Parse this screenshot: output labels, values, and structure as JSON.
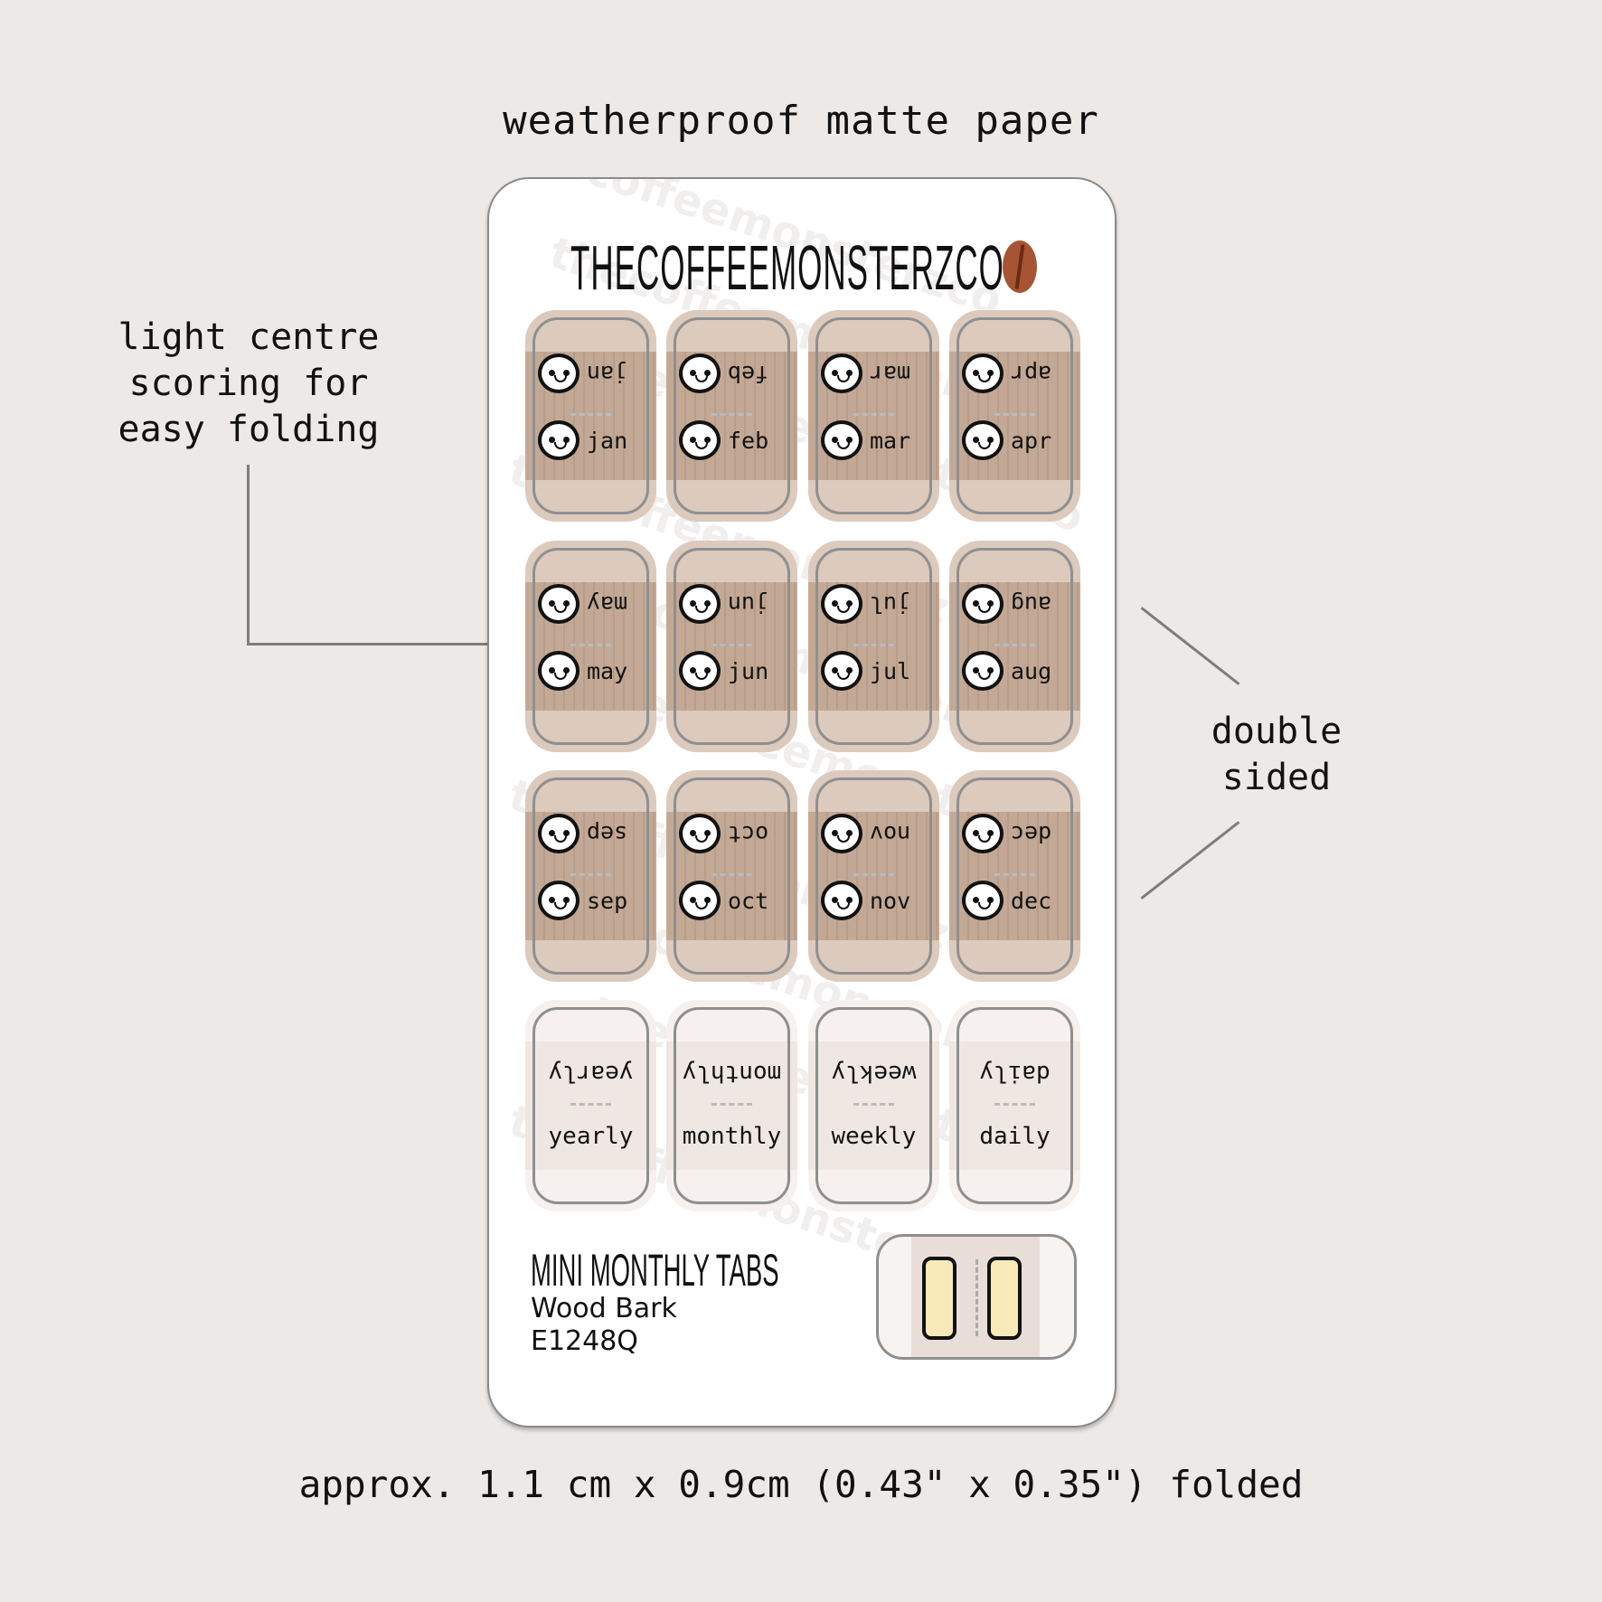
{
  "header": {
    "title": "weatherproof matte paper"
  },
  "card": {
    "brand": "THECOFFEEMONSTERZCO",
    "watermark": "thecoffeemonsterzco",
    "months": [
      {
        "label": "jan"
      },
      {
        "label": "feb"
      },
      {
        "label": "mar"
      },
      {
        "label": "apr"
      },
      {
        "label": "may"
      },
      {
        "label": "jun"
      },
      {
        "label": "jul"
      },
      {
        "label": "aug"
      },
      {
        "label": "sep"
      },
      {
        "label": "oct"
      },
      {
        "label": "nov"
      },
      {
        "label": "dec"
      }
    ],
    "plain_tabs": [
      {
        "label": "yearly"
      },
      {
        "label": "monthly"
      },
      {
        "label": "weekly"
      },
      {
        "label": "daily"
      }
    ],
    "product_name": "MINI MONTHLY TABS",
    "variant": "Wood Bark",
    "sku": "E1248Q",
    "icons": {
      "face": "face-icon",
      "pencil": "pencil-icon",
      "bean": "coffee-bean-icon"
    },
    "colors": {
      "tab": "#dccabd",
      "wood": "#c3a995",
      "bean": "#a65433"
    }
  },
  "annotations": {
    "left": [
      "light centre",
      "scoring for",
      "easy folding"
    ],
    "right": [
      "double",
      "sided"
    ]
  },
  "footer": {
    "size": "approx. 1.1 cm x 0.9cm (0.43\" x 0.35\") folded"
  }
}
